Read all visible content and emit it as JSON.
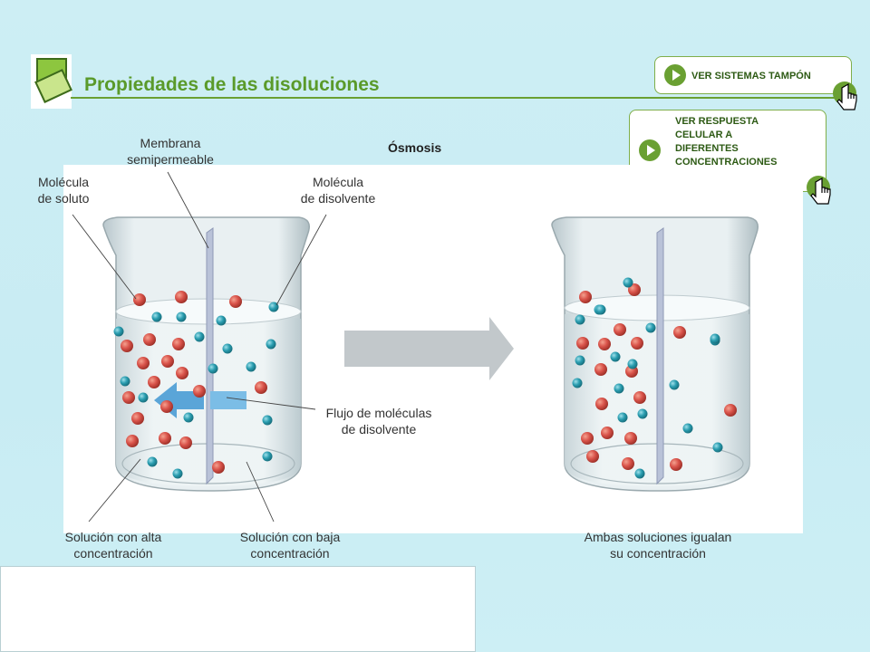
{
  "header": {
    "title": "Propiedades de las disoluciones",
    "logo_icon": "squares-logo-icon"
  },
  "buttons": {
    "ver_sistemas": "VER SISTEMAS TAMPÓN",
    "ver_respuesta": "VER RESPUESTA\nCELULAR A\nDIFERENTES\nCONCENTRACIONES\nDEL MEDIO",
    "icon": "play-icon",
    "pointer_icon": "hand-pointer-icon"
  },
  "diagram": {
    "title": "Ósmosis",
    "labels": {
      "membrana": "Membrana\nsemipermeable",
      "soluto": "Molécula\nde soluto",
      "disolvente": "Molécula\nde disolvente",
      "flujo": "Flujo de moléculas\nde disolvente",
      "alta": "Solución con alta\nconcentración",
      "baja": "Solución con baja\nconcentración",
      "ambas": "Ambas soluciones igualan\nsu concentración"
    }
  },
  "colors": {
    "accent_green": "#6aa032",
    "solute_red": "#d9534a",
    "solvent_teal": "#2a9db0",
    "flow_arrow": "#5aa5d8"
  }
}
